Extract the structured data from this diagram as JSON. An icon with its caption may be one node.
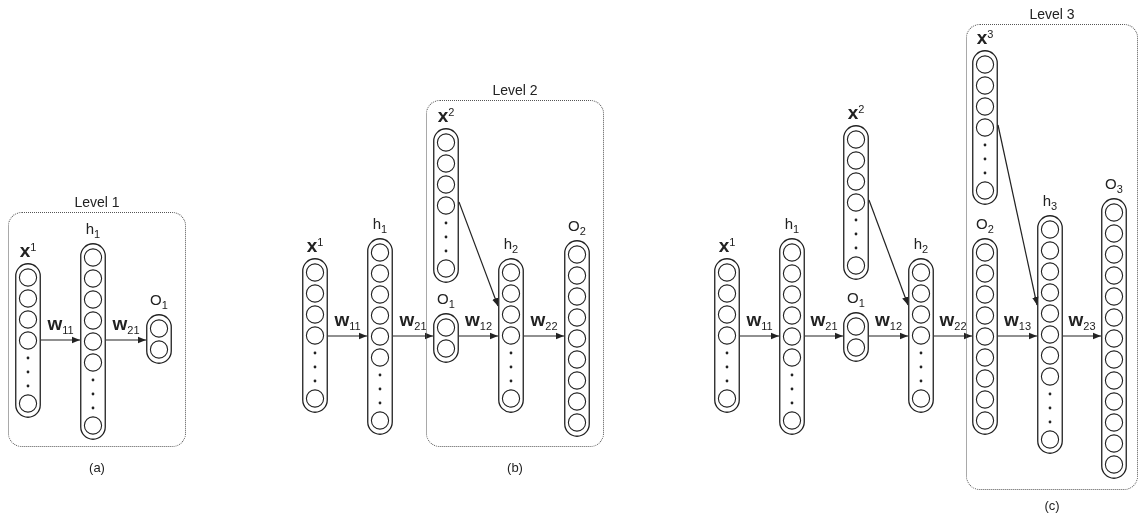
{
  "diagram": {
    "nodes": [
      {
        "text": [
          "Level 1"
        ]
      },
      {
        "text": [
          "**x**$^{1}$"
        ],
        "in": 0
      },
      {
        "text": [
          "h$_{1}$"
        ],
        "in": 0
      },
      {
        "text": [
          "O$_{1}$"
        ],
        "in": 0
      },
      {
        "text": [
          "**x**$^{1}$"
        ]
      },
      {
        "text": [
          "h$_{1}$"
        ]
      },
      {
        "text": [
          "Level 2"
        ]
      },
      {
        "text": [
          "**x**$^{2}$"
        ],
        "in": 6
      },
      {
        "text": [
          "O$_{1}$"
        ],
        "in": 6
      },
      {
        "text": [
          "h$_{2}$"
        ],
        "in": 6
      },
      {
        "text": [
          "O$_{2}$"
        ],
        "in": 6
      },
      {
        "text": [
          "**x**$^{1}$"
        ]
      },
      {
        "text": [
          "h$_{1}$"
        ]
      },
      {
        "text": [
          "**x**$^{2}$"
        ]
      },
      {
        "text": [
          "O$_{1}$"
        ]
      },
      {
        "text": [
          "h$_{2}$"
        ]
      },
      {
        "text": [
          "Level 3"
        ]
      },
      {
        "text": [
          "**x**$^{3}$"
        ],
        "in": 16
      },
      {
        "text": [
          "O$_{2}$"
        ],
        "in": 16
      },
      {
        "text": [
          "h$_{3}$"
        ],
        "in": 16
      },
      {
        "text": [
          "O$_{3}$"
        ],
        "in": 16
      }
    ],
    "edges": [
      {
        "from": 1,
        "to": 2,
        "arrow": "to",
        "label": "**w**$_{11}$"
      },
      {
        "from": 2,
        "to": 3,
        "arrow": "to",
        "label": "**w**$_{21}$"
      },
      {
        "from": 4,
        "to": 5,
        "arrow": "to",
        "label": "**w**$_{11}$"
      },
      {
        "from": 5,
        "to": 8,
        "arrow": "to",
        "label": "**w**$_{21}$"
      },
      {
        "from": 8,
        "to": 9,
        "arrow": "to",
        "label": "**w**$_{12}$"
      },
      {
        "from": 7,
        "to": 9,
        "arrow": "to"
      },
      {
        "from": 9,
        "to": 10,
        "arrow": "to",
        "label": "**w**$_{22}$"
      },
      {
        "from": 11,
        "to": 12,
        "arrow": "to",
        "label": "**w**$_{11}$"
      },
      {
        "from": 12,
        "to": 14,
        "arrow": "to",
        "label": "**w**$_{21}$"
      },
      {
        "from": 14,
        "to": 15,
        "arrow": "to",
        "label": "**w**$_{12}$"
      },
      {
        "from": 13,
        "to": 15,
        "arrow": "to"
      },
      {
        "from": 15,
        "to": 18,
        "arrow": "to",
        "label": "**w**$_{22}$"
      },
      {
        "from": 18,
        "to": 19,
        "arrow": "to",
        "label": "**w**$_{13}$"
      },
      {
        "from": 17,
        "to": 19,
        "arrow": "to"
      },
      {
        "from": 19,
        "to": 20,
        "arrow": "to",
        "label": "**w**$_{23}$"
      }
    ],
    "labels": [
      "(a)",
      "(b)",
      "(c)"
    ]
  }
}
